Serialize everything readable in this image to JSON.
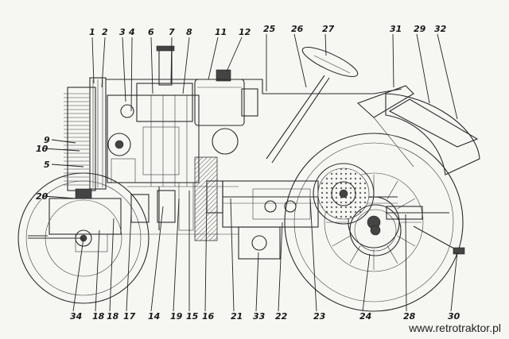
{
  "watermark": "www.retrotraktor.pl",
  "labels_top": [
    "1",
    "2",
    "3",
    "4",
    "6",
    "7",
    "8",
    "11",
    "12",
    "25",
    "26",
    "27",
    "31",
    "29",
    "32"
  ],
  "labels_left": [
    "9",
    "10",
    "5",
    "20"
  ],
  "labels_bottom": [
    "34",
    "18",
    "18",
    "17",
    "14",
    "19",
    "15",
    "16",
    "21",
    "33",
    "22",
    "23",
    "24",
    "28",
    "30"
  ]
}
